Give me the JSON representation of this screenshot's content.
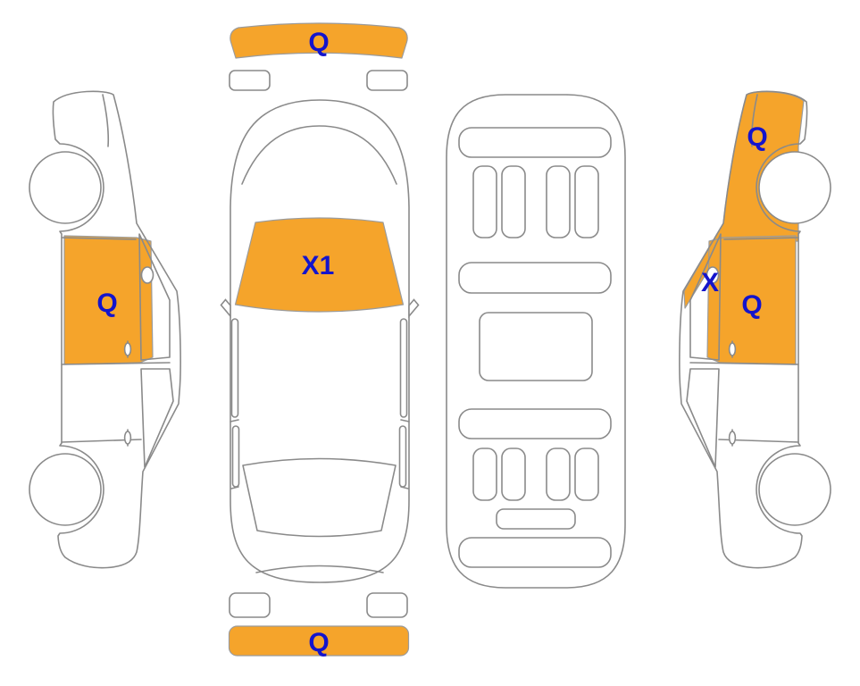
{
  "palette": {
    "background": "#FFFFFF",
    "highlight": "#F5A42B",
    "label": "#1414CC",
    "outline": "#8A8A8A"
  },
  "views": {
    "left_side": {
      "damages": [
        {
          "code": "Q",
          "area": "front-door"
        }
      ]
    },
    "top": {
      "damages": [
        {
          "code": "Q",
          "area": "front-bumper"
        },
        {
          "code": "X1",
          "area": "windshield"
        },
        {
          "code": "Q",
          "area": "rear-bumper"
        }
      ]
    },
    "underbody": {
      "damages": []
    },
    "right_side": {
      "damages": [
        {
          "code": "Q",
          "area": "front-fender"
        },
        {
          "code": "X",
          "area": "a-pillar"
        },
        {
          "code": "Q",
          "area": "front-door"
        }
      ]
    }
  }
}
